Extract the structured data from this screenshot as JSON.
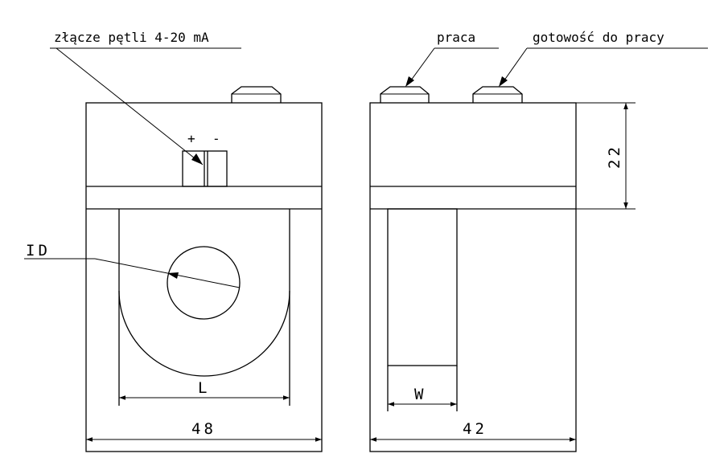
{
  "labels": {
    "connector": "złącze pętli 4-20 mA",
    "work": "praca",
    "ready": "gotowość do pracy",
    "plus": "+",
    "minus": "-",
    "inner_diameter": "ID"
  },
  "dimensions": {
    "front_width": "48",
    "side_width": "42",
    "height": "22",
    "slot_length": "L",
    "slot_width": "W"
  }
}
